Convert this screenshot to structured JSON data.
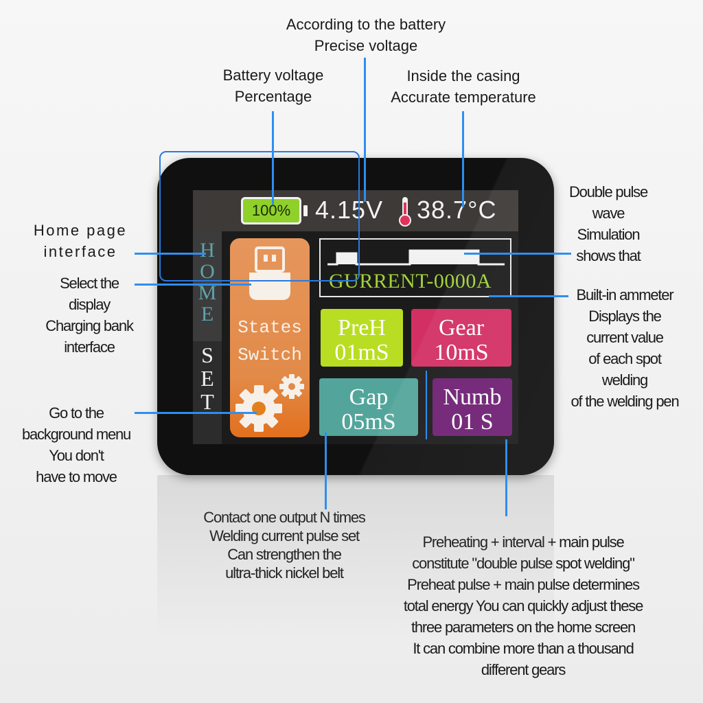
{
  "screen": {
    "battery_percent": "100%",
    "voltage": "4.15V",
    "temperature": "38.7°C",
    "sidebar": {
      "home_letters": [
        "H",
        "O",
        "M",
        "E"
      ],
      "set_letters": [
        "S",
        "E",
        "T"
      ]
    },
    "switch_card": {
      "line1": "States",
      "line2": "Switch"
    },
    "current_readout": "GURRENT-0000A",
    "tiles": {
      "preh": {
        "name": "PreH",
        "value": "01mS"
      },
      "gear": {
        "name": "Gear",
        "value": "10mS"
      },
      "gap": {
        "name": "Gap",
        "value": "05mS"
      },
      "numb": {
        "name": "Numb",
        "value": "01 S"
      }
    }
  },
  "annotations": {
    "battery_precise": [
      "According to the battery",
      "Precise voltage"
    ],
    "battery_percentage": [
      "Battery voltage",
      "Percentage"
    ],
    "casing_temp": [
      "Inside the casing",
      "Accurate temperature"
    ],
    "double_pulse": [
      "Double pulse",
      "wave",
      "Simulation",
      "shows that"
    ],
    "home_page": [
      "Home page",
      "interface"
    ],
    "select_display": [
      "Select the",
      "display",
      "Charging bank",
      "interface"
    ],
    "ammeter": [
      "Built-in ammeter",
      "Displays the",
      "current value",
      "of each spot",
      "welding",
      "of the welding pen"
    ],
    "background_menu": [
      "Go to the",
      "background menu",
      "You don't",
      "have to move"
    ],
    "contact_output": [
      "Contact one output N times",
      "Welding current pulse set",
      "Can strengthen the",
      "ultra-thick nickel belt"
    ],
    "preheating": [
      "Preheating + interval + main pulse",
      "constitute \"double pulse spot welding\"",
      "Preheat pulse + main pulse determines",
      "total energy You can quickly adjust these",
      "three parameters on the home screen",
      "It can combine more than a thousand",
      "different gears"
    ]
  }
}
